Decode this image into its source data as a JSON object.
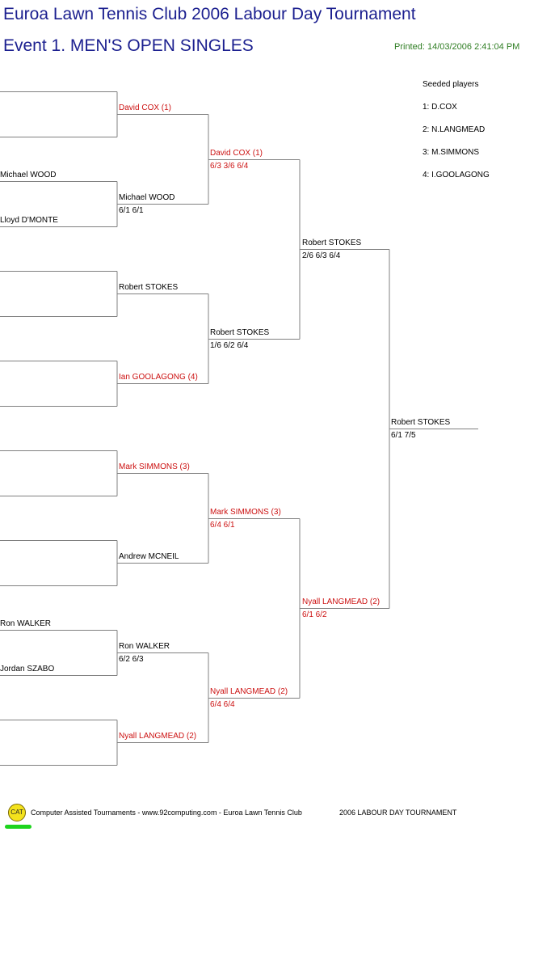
{
  "header": {
    "title": "Euroa Lawn Tennis Club 2006 Labour Day Tournament",
    "event": "Event 1. MEN'S OPEN SINGLES",
    "printed": "Printed: 14/03/2006 2:41:04 PM"
  },
  "seeded": {
    "heading": "Seeded players",
    "players": [
      "1: D.COX",
      "2: N.LANGMEAD",
      "3: M.SIMMONS",
      "4: I.GOOLAGONG"
    ]
  },
  "round1": [
    {
      "name": "",
      "seeded": false
    },
    {
      "name": "",
      "seeded": false
    },
    {
      "name": "Michael WOOD",
      "seeded": false
    },
    {
      "name": "Lloyd D'MONTE",
      "seeded": false
    },
    {
      "name": "",
      "seeded": false
    },
    {
      "name": "",
      "seeded": false
    },
    {
      "name": "",
      "seeded": false
    },
    {
      "name": "",
      "seeded": false
    },
    {
      "name": "",
      "seeded": false
    },
    {
      "name": "",
      "seeded": false
    },
    {
      "name": "",
      "seeded": false
    },
    {
      "name": "",
      "seeded": false
    },
    {
      "name": "Ron WALKER",
      "seeded": false
    },
    {
      "name": "Jordan SZABO",
      "seeded": false
    },
    {
      "name": "",
      "seeded": false
    },
    {
      "name": "",
      "seeded": false
    }
  ],
  "round2": [
    {
      "name": "David COX (1)",
      "score": "",
      "seeded": true
    },
    {
      "name": "Michael WOOD",
      "score": "6/1 6/1",
      "seeded": false
    },
    {
      "name": "Robert STOKES",
      "score": "",
      "seeded": false
    },
    {
      "name": "Ian GOOLAGONG (4)",
      "score": "",
      "seeded": true
    },
    {
      "name": "Mark SIMMONS (3)",
      "score": "",
      "seeded": true
    },
    {
      "name": "Andrew MCNEIL",
      "score": "",
      "seeded": false
    },
    {
      "name": "Ron WALKER",
      "score": "6/2 6/3",
      "seeded": false
    },
    {
      "name": "Nyall LANGMEAD (2)",
      "score": "",
      "seeded": true
    }
  ],
  "round3": [
    {
      "name": "David COX (1)",
      "score": "6/3 3/6 6/4",
      "seeded": true
    },
    {
      "name": "Robert STOKES",
      "score": "1/6 6/2 6/4",
      "seeded": false
    },
    {
      "name": "Mark SIMMONS (3)",
      "score": "6/4 6/1",
      "seeded": true
    },
    {
      "name": "Nyall LANGMEAD (2)",
      "score": "6/4 6/4",
      "seeded": true
    }
  ],
  "round4": [
    {
      "name": "Robert STOKES",
      "score": "2/6 6/3 6/4",
      "seeded": false
    },
    {
      "name": "Nyall LANGMEAD (2)",
      "score": "6/1 6/2",
      "seeded": true
    }
  ],
  "final": {
    "name": "Robert STOKES",
    "score": "6/1 7/5",
    "seeded": false
  },
  "footer": {
    "logo_text": "CAT",
    "credit": "Computer Assisted Tournaments - www.92computing.com -  Euroa Lawn Tennis Club",
    "tournament": "2006 LABOUR DAY TOURNAMENT"
  },
  "colors": {
    "title": "#1b1f8f",
    "seeded": "#cc1111",
    "printed": "#2e7d22",
    "lines": "#808080"
  }
}
